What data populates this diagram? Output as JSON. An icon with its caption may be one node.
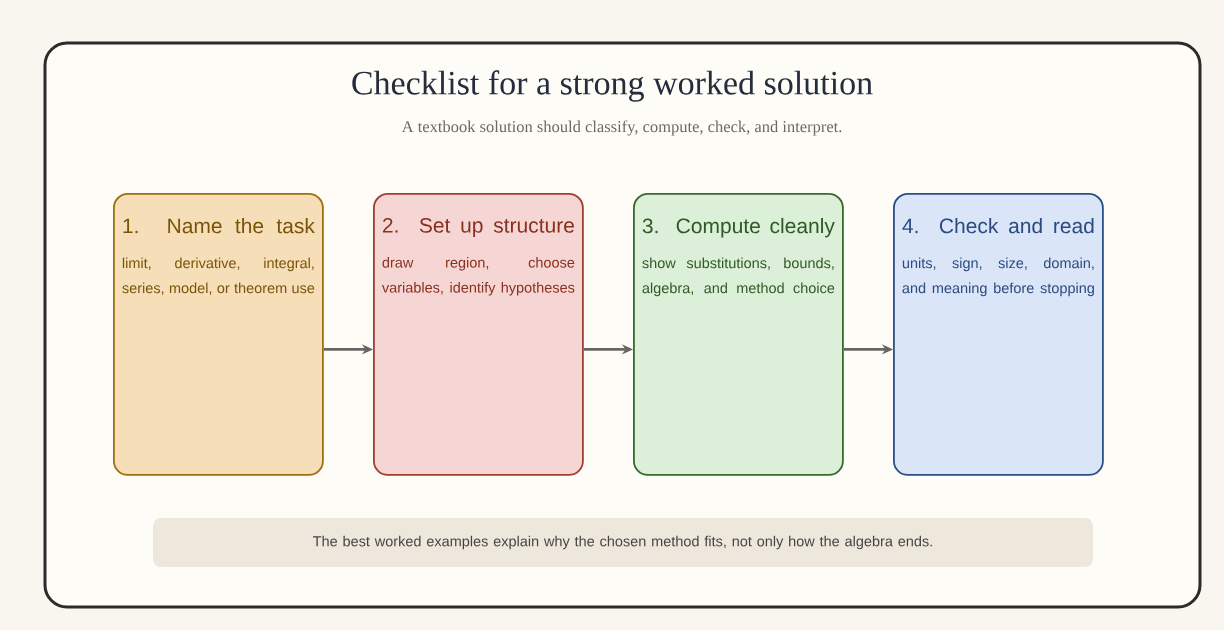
{
  "diagram": {
    "title": "Checklist for a strong worked solution",
    "nodes": [
      {
        "text": [
          "1. Name the task",
          "limit, derivative, integral, series, model, or theorem use"
        ]
      },
      {
        "text": [
          "2. Set up structure",
          "draw region, choose variables, identify hypotheses"
        ]
      },
      {
        "text": [
          "3. Compute cleanly",
          "show substitutions, bounds, algebra, and method choice"
        ]
      },
      {
        "text": [
          "4. Check and read",
          "units, sign, size, domain, and meaning before stopping"
        ]
      },
      {
        "text": [
          "The best worked examples explain why the chosen method fits, not only how the algebra ends."
        ]
      }
    ],
    "edges": [
      {
        "from": 0,
        "to": 1,
        "arrow": "to"
      },
      {
        "from": 1,
        "to": 2,
        "arrow": "to"
      },
      {
        "from": 2,
        "to": 3,
        "arrow": "to"
      }
    ],
    "labels": [
      "A textbook solution should classify, compute, check, and interpret."
    ]
  }
}
